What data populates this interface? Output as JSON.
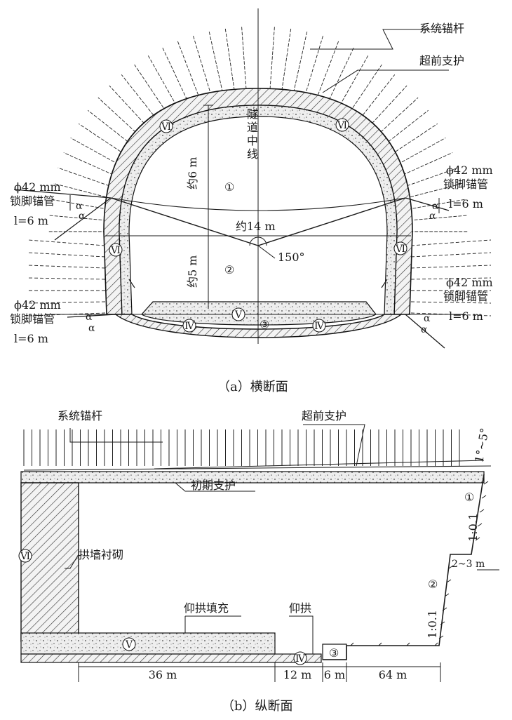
{
  "cross_section": {
    "caption": "（a）横断面",
    "labels": {
      "system_bolt": "系统锚杆",
      "advance_support": "超前支护",
      "centerline": "隧道中线",
      "height_upper": "约6 m",
      "height_lower": "约5 m",
      "width": "约14 m",
      "angle": "150°",
      "alpha": "α"
    },
    "lock_pipe": {
      "dia": "ϕ42 mm",
      "name": "锁脚锚管",
      "len": "l=6  m"
    },
    "stage_marks": [
      "①",
      "②",
      "③"
    ],
    "zone_marks": [
      "Ⅵ",
      "Ⅳ",
      "Ⅴ"
    ]
  },
  "long_section": {
    "caption": "（b）纵断面",
    "labels": {
      "system_bolt": "系统锚杆",
      "advance_support": "超前支护",
      "angle_range": "1°~5°",
      "primary_support": "初期支护",
      "arch_wall_lining": "拱墙衬砌",
      "invert_fill": "仰拱填充",
      "invert": "仰拱",
      "slope": "1:0.1",
      "bench_len": "2~3 m"
    },
    "dims": [
      "36  m",
      "12  m",
      "6  m",
      "64  m"
    ],
    "stage_marks": [
      "①",
      "②",
      "③"
    ],
    "zone_marks": [
      "Ⅵ",
      "Ⅴ",
      "Ⅳ"
    ]
  }
}
